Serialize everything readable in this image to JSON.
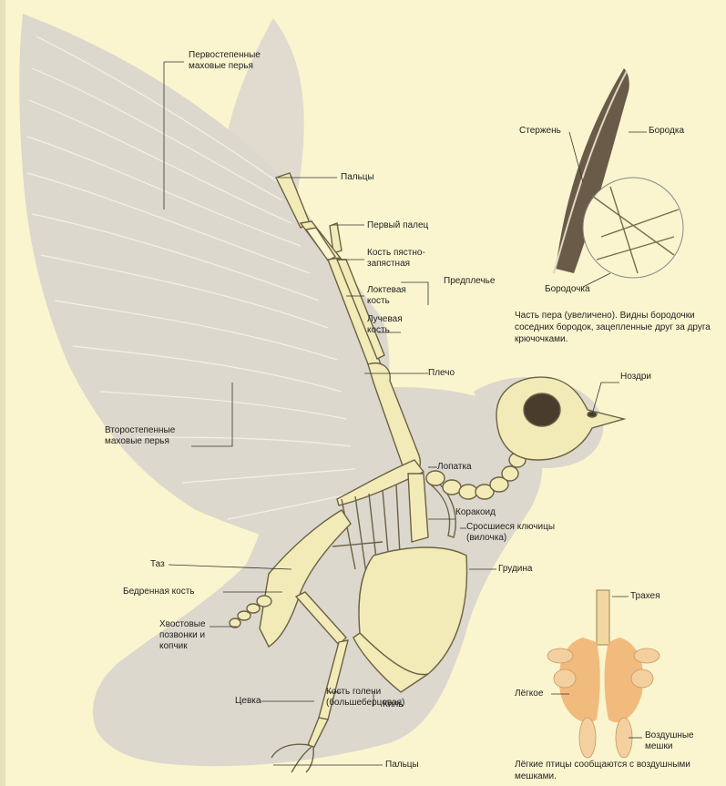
{
  "labels": {
    "primary_feathers": "Первостепенные маховые перья",
    "fingers_top": "Пальцы",
    "first_finger": "Первый палец",
    "carpometacarpus": "Кость пястно-запястная",
    "ulna": "Локтевая кость",
    "forearm": "Предплечье",
    "radius": "Лучевая кость",
    "humerus": "Плечо",
    "nostrils": "Ноздри",
    "secondary_feathers": "Второстепенные маховые перья",
    "scapula": "Лопатка",
    "coracoid": "Коракоид",
    "furcula": "Сросшиеся ключицы (вилочка)",
    "sternum": "Грудина",
    "pelvis": "Таз",
    "femur": "Бедренная кость",
    "tail": "Хвостовые позвонки и копчик",
    "tarsus": "Цевка",
    "tibia": "Кость голени (большеберцовая)",
    "keel": "Киль",
    "toes": "Пальцы"
  },
  "feather_inset": {
    "shaft": "Стержень",
    "barb": "Бородка",
    "barbule": "Бородочка",
    "caption": "Часть пера (увеличено). Видны бородочки соседних бородок, зацепленные друг за друга крючочками."
  },
  "lung_inset": {
    "trachea": "Трахея",
    "lung": "Лёгкое",
    "air_sacs": "Воздушные мешки",
    "caption": "Лёгкие птицы сообщаются с воздушными мешками."
  },
  "colors": {
    "background": "#fbf5cf",
    "silhouette": "#ddd8cd",
    "bone": "#f2ebb8",
    "bone_outline": "#6b6244",
    "feather": "#5a4a3a",
    "lung_orange": "#f0b070"
  }
}
